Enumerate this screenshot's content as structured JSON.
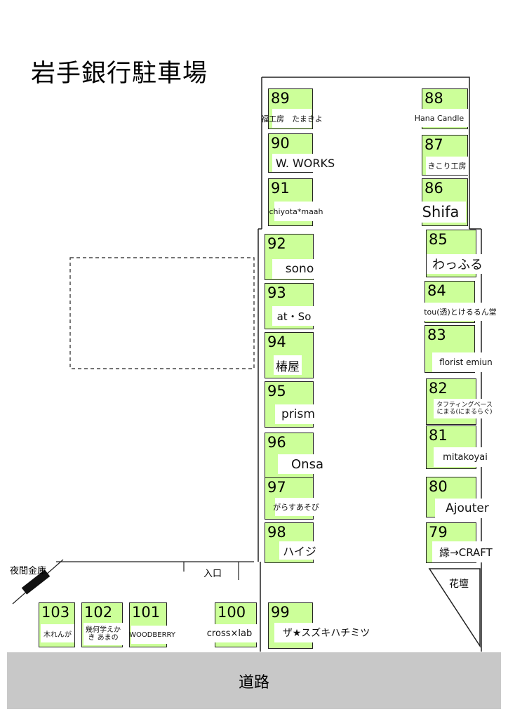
{
  "title": "岩手銀行駐車場",
  "road_label": "道路",
  "entrance_label": "入口",
  "night_safe_label": "夜間金庫",
  "flower_bed_label": "花壇",
  "booths": [
    {
      "number": "89",
      "name": "福工房　たまきよ"
    },
    {
      "number": "90",
      "name": "W. WORKS"
    },
    {
      "number": "91",
      "name": "chiyota*maah"
    },
    {
      "number": "92",
      "name": "sono"
    },
    {
      "number": "93",
      "name": "at・So"
    },
    {
      "number": "94",
      "name": "椿屋"
    },
    {
      "number": "95",
      "name": "prism"
    },
    {
      "number": "96",
      "name": "Onsa"
    },
    {
      "number": "97",
      "name": "がらすあそび"
    },
    {
      "number": "98",
      "name": "ハイジ"
    },
    {
      "number": "99",
      "name": "ザ★スズキハチミツ"
    },
    {
      "number": "88",
      "name": "Hana Candle"
    },
    {
      "number": "87",
      "name": "きこり工房"
    },
    {
      "number": "86",
      "name": "Shifa"
    },
    {
      "number": "85",
      "name": "わっふる"
    },
    {
      "number": "84",
      "name": "tou(透)とけるるん堂"
    },
    {
      "number": "83",
      "name": "florist emiun"
    },
    {
      "number": "82",
      "name": "タフティングベース にまる(にまるらぐ)"
    },
    {
      "number": "81",
      "name": "mitakoyai"
    },
    {
      "number": "80",
      "name": "Ajouter"
    },
    {
      "number": "79",
      "name": "縁→CRAFT"
    },
    {
      "number": "103",
      "name": "木れんが"
    },
    {
      "number": "102",
      "name": "幾何学えかき あまの"
    },
    {
      "number": "101",
      "name": "WOODBERRY"
    },
    {
      "number": "100",
      "name": "cross×lab"
    }
  ]
}
